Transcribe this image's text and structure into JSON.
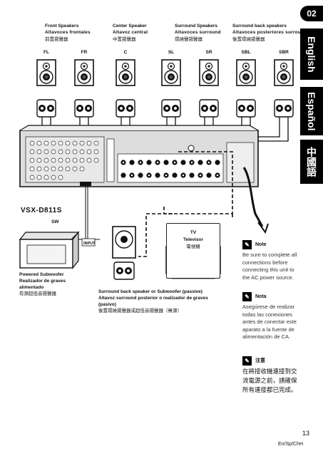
{
  "speaker_groups": [
    {
      "key": "front",
      "en": "Front Speakers",
      "es": "Altavoces frontales",
      "zh": "前置揚聲器",
      "channels": [
        "FL",
        "FR"
      ]
    },
    {
      "key": "center",
      "en": "Center Speaker",
      "es": "Altavoz central",
      "zh": "中置揚聲器",
      "channels": [
        "C"
      ]
    },
    {
      "key": "surround",
      "en": "Surround Speakers",
      "es": "Altavoces surround",
      "zh": "環繞聲揚聲器",
      "channels": [
        "SL",
        "SR"
      ]
    },
    {
      "key": "surround_back",
      "en": "Surround back speakers",
      "es": "Altavoces posteriores surround",
      "zh": "後置環繞揚聲器",
      "channels": [
        "SBL",
        "SBR"
      ]
    }
  ],
  "tabs": {
    "page_section": "02",
    "languages": [
      "English",
      "Español",
      "中國語"
    ]
  },
  "receiver": {
    "model": "VSX-D811S",
    "input_label": "INPUT"
  },
  "subwoofer": {
    "tag": "SW",
    "en": "Powered Subwoofer",
    "es": "Realizador de graves alimentado",
    "zh": "有源超低音揚聲器"
  },
  "sb_or_sw": {
    "en": "Surround back speaker or Subwoofer (passive)",
    "es": "Altavoz surround posterior o realizador de graves (pasivo)",
    "zh": "後置環繞揚聲器或超低音揚聲器（無源）"
  },
  "tv": {
    "en": "TV",
    "es": "Televisor",
    "zh": "電視機"
  },
  "notes": [
    {
      "title": "Note",
      "text": "Be sure to complete all connections before connecting this unit to the AC power source."
    },
    {
      "title": "Nota",
      "text": "Asegúrese de realizar todas las conexiones antes de conectar este aparato a la fuente de alimentación de CA."
    },
    {
      "title": "注意",
      "text": "在將接收機連接到交流電源之前，請確保所有連接都已完成。"
    }
  ],
  "footer": {
    "page_number": "13",
    "languages": "En/Sp/ChH"
  }
}
